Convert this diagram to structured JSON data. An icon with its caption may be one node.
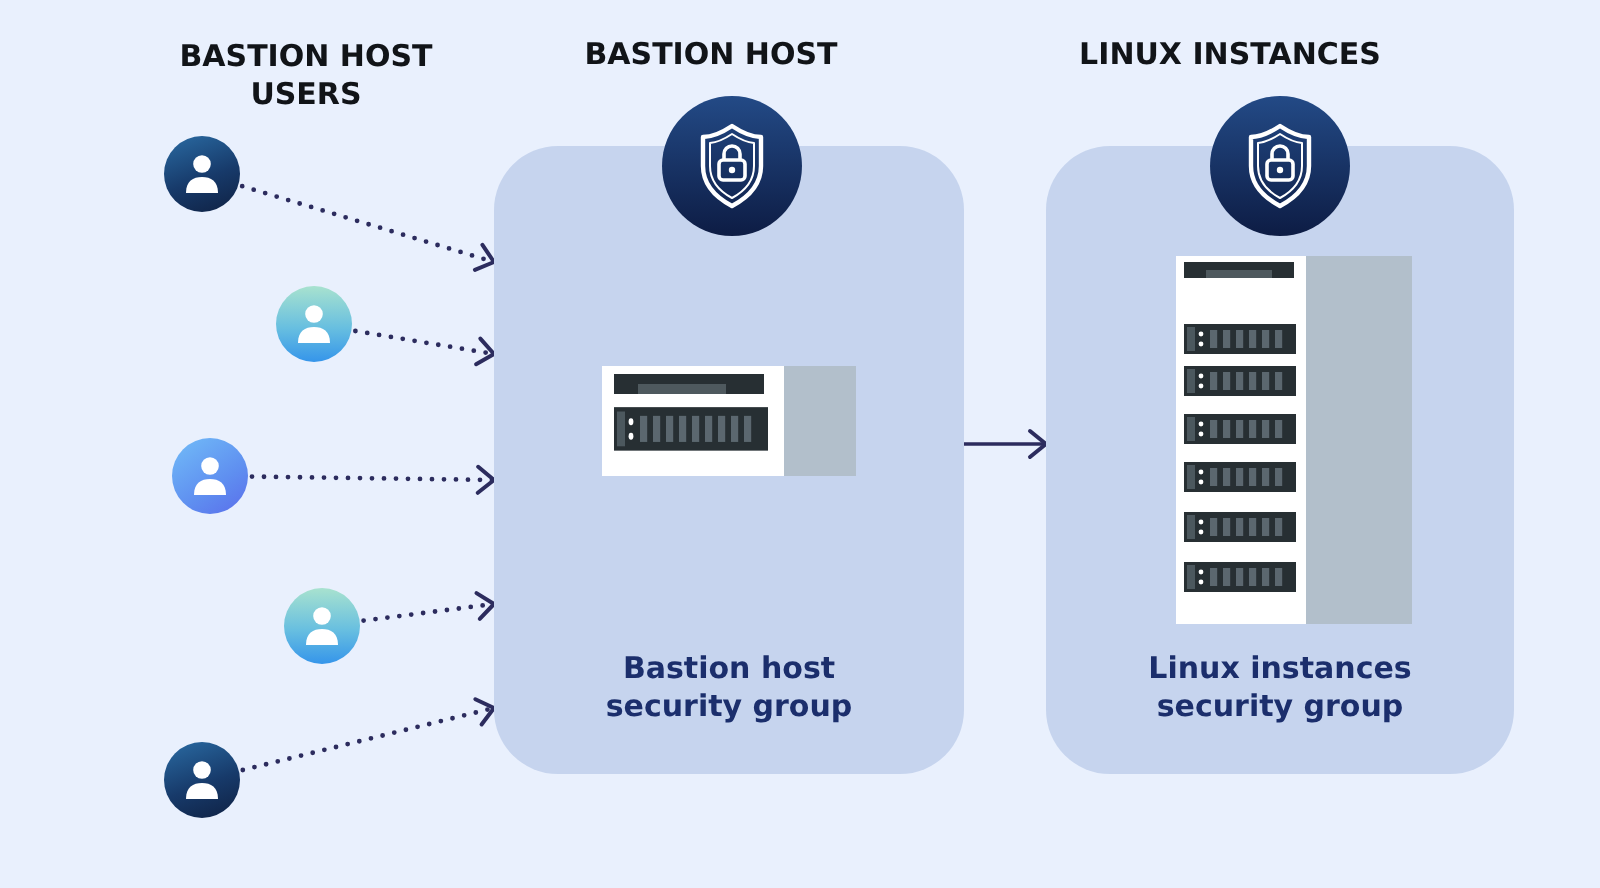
{
  "diagram": {
    "nodes": [
      {
        "text": [],
        "shape": "person"
      },
      {
        "text": [],
        "shape": "person"
      },
      {
        "text": [],
        "shape": "person"
      },
      {
        "text": [],
        "shape": "person"
      },
      {
        "text": [],
        "shape": "person"
      },
      {
        "text": [
          "BASTION HOST",
          "Bastion host security group"
        ]
      },
      {
        "text": [
          "LINUX INSTANCES",
          "Linux instances security group"
        ]
      }
    ],
    "edges": [
      {
        "from": 0,
        "to": 5,
        "arrow": "to",
        "style": "dashed"
      },
      {
        "from": 1,
        "to": 5,
        "arrow": "to",
        "style": "dashed"
      },
      {
        "from": 2,
        "to": 5,
        "arrow": "to",
        "style": "dashed"
      },
      {
        "from": 3,
        "to": 5,
        "arrow": "to",
        "style": "dashed"
      },
      {
        "from": 4,
        "to": 5,
        "arrow": "to",
        "style": "dashed"
      },
      {
        "from": 5,
        "to": 6,
        "arrow": "to"
      }
    ],
    "labels": [
      "BASTION HOST USERS"
    ]
  }
}
